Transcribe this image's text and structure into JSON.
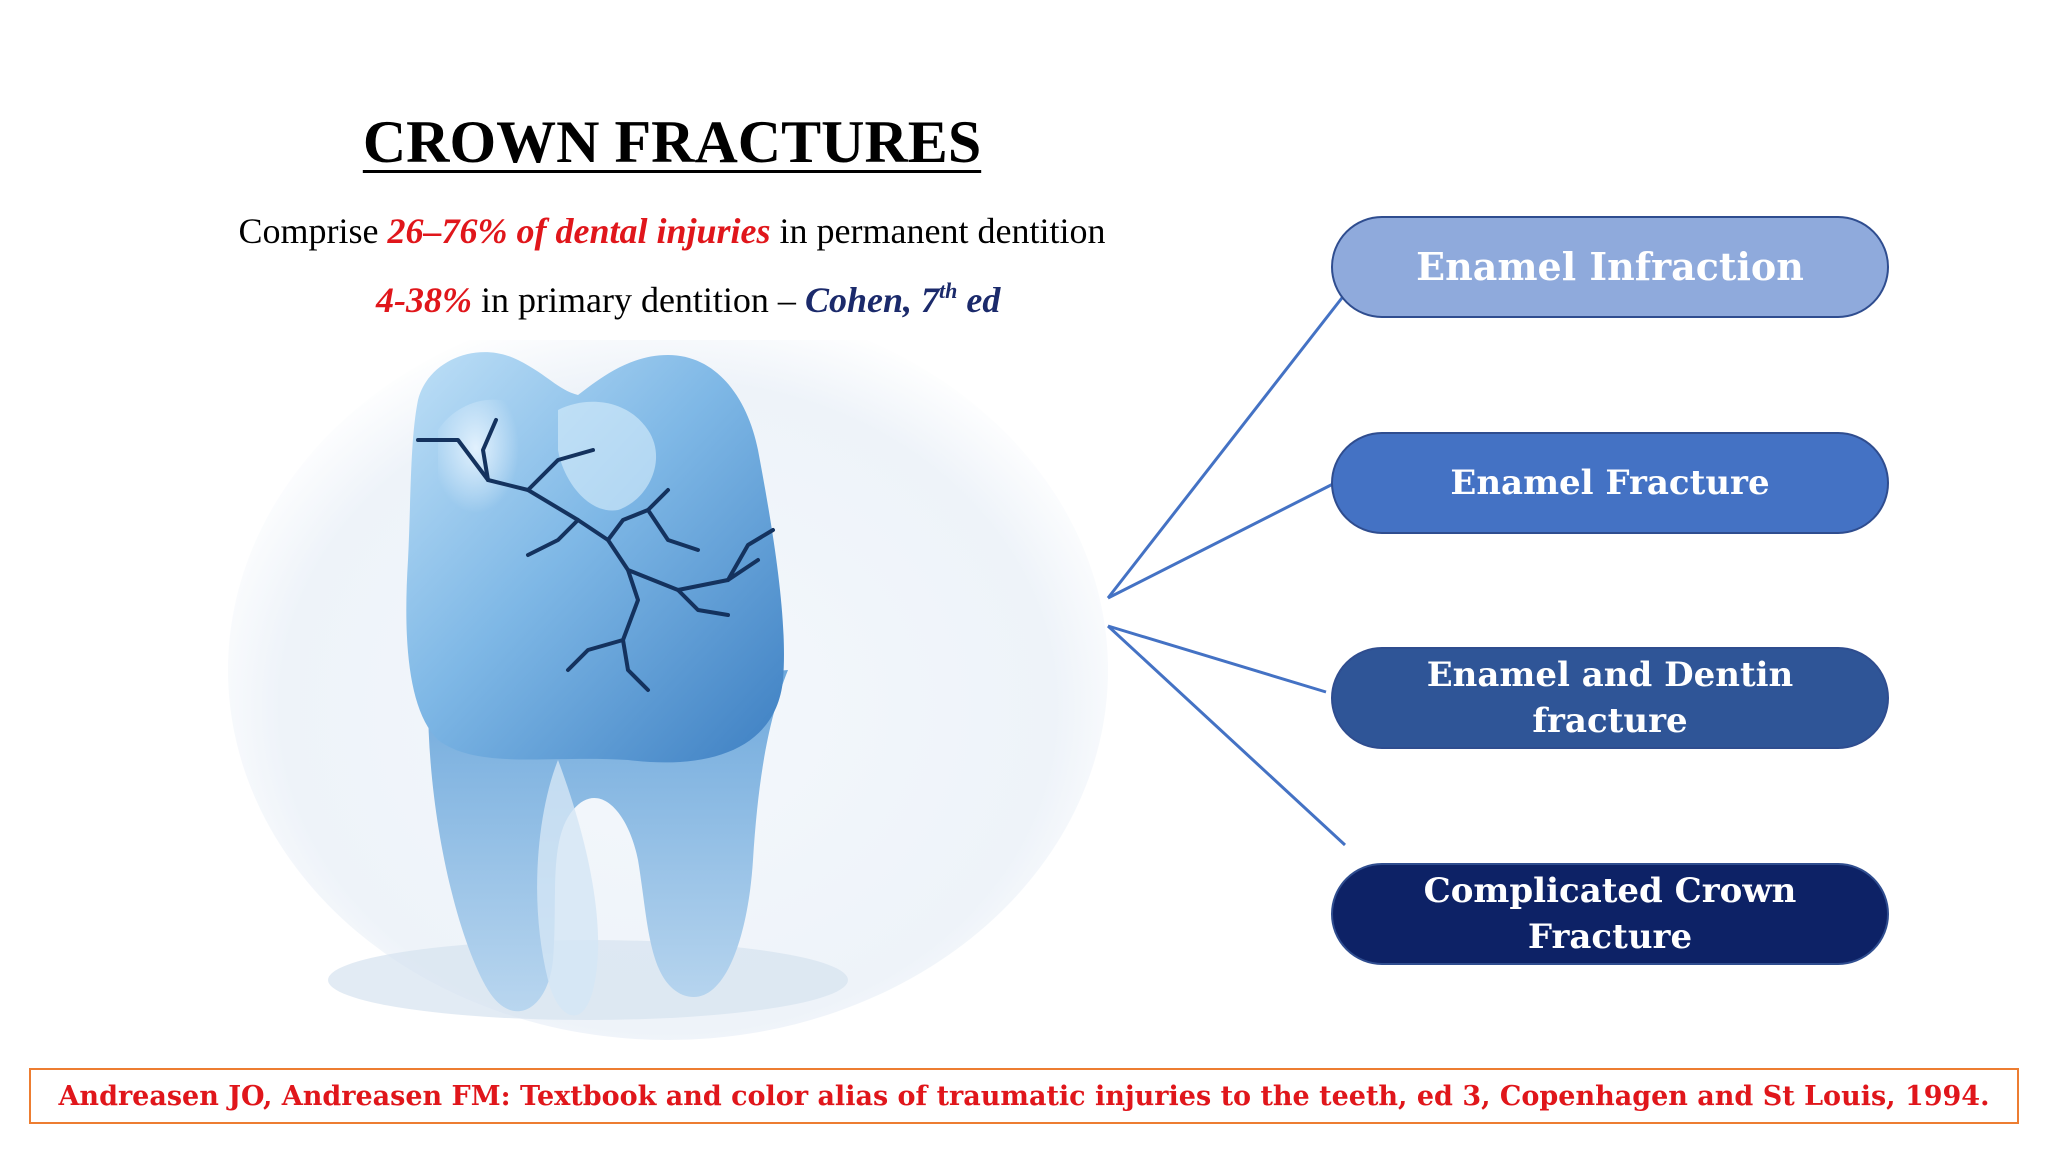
{
  "slide": {
    "title": "CROWN FRACTURES",
    "line1": {
      "before": "Comprise ",
      "highlight": "26–76% of dental injuries",
      "after": " in permanent dentition"
    },
    "line2": {
      "highlight": "4-38%",
      "middle": " in primary dentition – ",
      "ref_main": "Cohen, 7",
      "ref_sup": "th",
      "ref_end": " ed"
    },
    "image": {
      "icon": "cracked-tooth-icon"
    },
    "categories": [
      "Enamel Infraction",
      "Enamel Fracture",
      "Enamel and Dentin fracture",
      "Complicated Crown Fracture"
    ],
    "citation": "Andreasen JO, Andreasen FM: Textbook and color alias of traumatic injuries to the teeth, ed 3, Copenhagen and St Louis, 1994."
  },
  "colors": {
    "accent_red": "#e0161b",
    "accent_navy": "#1b2a6b",
    "pill_1": "#8faadc",
    "pill_2": "#4472c4",
    "pill_3": "#2f5597",
    "pill_4": "#0d2266",
    "citation_border": "#ed7d31",
    "connector": "#4472c4"
  }
}
